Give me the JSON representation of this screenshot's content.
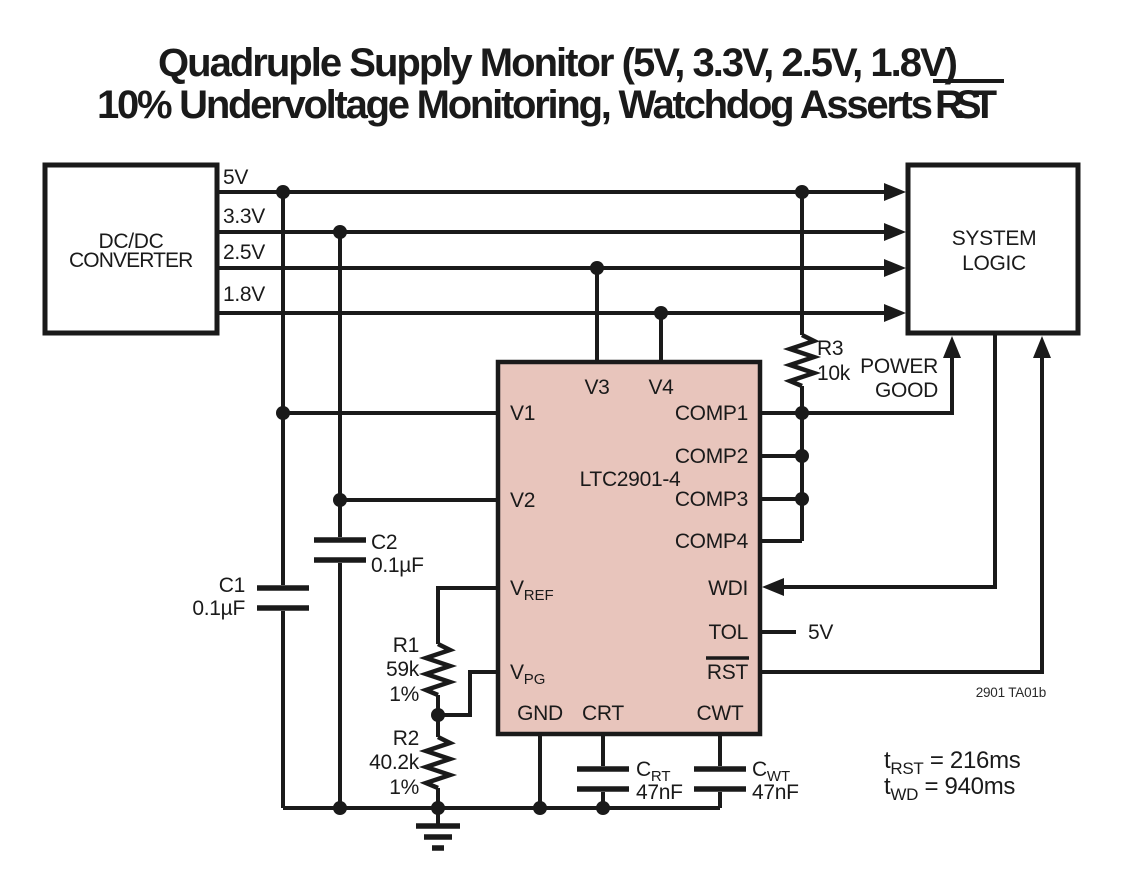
{
  "title": {
    "line1": "Quadruple Supply Monitor (5V, 3.3V, 2.5V, 1.8V)",
    "line2_prefix": "10% Undervoltage Monitoring, Watchdog Asserts ",
    "line2_overlined": "RST"
  },
  "colors": {
    "ic_fill": "#e8c5bc",
    "line": "#1a1a1a",
    "background": "#ffffff"
  },
  "blocks": {
    "dcdc_converter": {
      "line1": "DC/DC",
      "line2": "CONVERTER"
    },
    "system_logic": {
      "line1": "SYSTEM",
      "line2": "LOGIC"
    },
    "ic": {
      "part_number": "LTC2901-4"
    }
  },
  "supply_rails": [
    {
      "label": "5V"
    },
    {
      "label": "3.3V"
    },
    {
      "label": "2.5V"
    },
    {
      "label": "1.8V"
    }
  ],
  "ic_pins": {
    "v1": "V1",
    "v2": "V2",
    "v3": "V3",
    "v4": "V4",
    "vref": {
      "main": "V",
      "sub": "REF"
    },
    "vpg": {
      "main": "V",
      "sub": "PG"
    },
    "comp1": "COMP1",
    "comp2": "COMP2",
    "comp3": "COMP3",
    "comp4": "COMP4",
    "wdi": "WDI",
    "tol": "TOL",
    "rst": "RST",
    "gnd": "GND",
    "crt": "CRT",
    "cwt": "CWT"
  },
  "components": {
    "c1": {
      "ref": "C1",
      "value": "0.1µF"
    },
    "c2": {
      "ref": "C2",
      "value": "0.1µF"
    },
    "r1": {
      "ref": "R1",
      "value": "59k",
      "tolerance": "1%"
    },
    "r2": {
      "ref": "R2",
      "value": "40.2k",
      "tolerance": "1%"
    },
    "r3": {
      "ref": "R3",
      "value": "10k"
    },
    "c_rt": {
      "ref_main": "C",
      "ref_sub": "RT",
      "value": "47nF"
    },
    "c_wt": {
      "ref_main": "C",
      "ref_sub": "WT",
      "value": "47nF"
    }
  },
  "annotations": {
    "power_good_line1": "POWER",
    "power_good_line2": "GOOD",
    "tol_supply": "5V",
    "figure_id": "2901 TA01b"
  },
  "timing": [
    {
      "sym_main": "t",
      "sym_sub": "RST",
      "rest": " = 216ms"
    },
    {
      "sym_main": "t",
      "sym_sub": "WD",
      "rest": " = 940ms"
    }
  ]
}
